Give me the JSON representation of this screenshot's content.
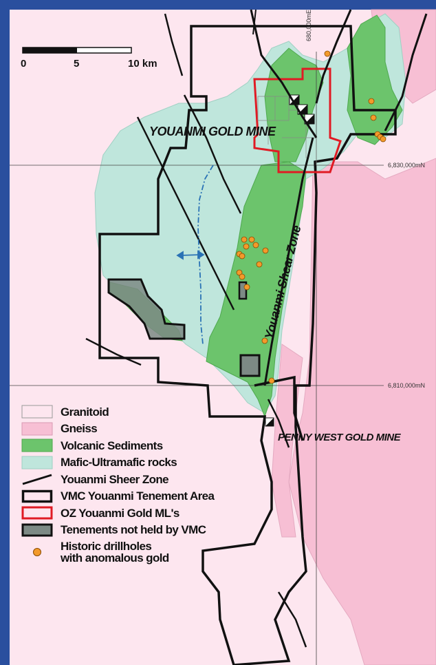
{
  "scale_bar": {
    "tick_labels": [
      "0",
      "5",
      "10 km"
    ]
  },
  "grid_labels": {
    "easting": "680,000mE",
    "northing_upper": "6,830,000mN",
    "northing_lower": "6,810,000mN"
  },
  "place_labels": {
    "youanmi_gold_mine": "YOUANMI GOLD MINE",
    "penny_west_gold_mine": "PENNY WEST GOLD MINE",
    "shear_zone": "Youanmi Shear Zone"
  },
  "legend": {
    "items": [
      {
        "label": "Granitoid",
        "symbol": "fill",
        "color": "#fde6ef"
      },
      {
        "label": "Gneiss",
        "symbol": "fill",
        "color": "#f7bfd4"
      },
      {
        "label": "Volcanic Sediments",
        "symbol": "fill",
        "color": "#6cc46c"
      },
      {
        "label": "Mafic-Ultramafic rocks",
        "symbol": "fill",
        "color": "#bfe6dc"
      },
      {
        "label": "Youanmi Sheer Zone",
        "symbol": "line",
        "color": "#111111"
      },
      {
        "label": "VMC Youanmi Tenement Area",
        "symbol": "outline",
        "color": "#111111"
      },
      {
        "label": "OZ Youanmi Gold ML's",
        "symbol": "outline",
        "color": "#e01b24"
      },
      {
        "label": "Tenements not held by VMC",
        "symbol": "fill-outline",
        "color": "#7d8a85"
      },
      {
        "label": "Historic drillholes\nwith anomalous gold",
        "symbol": "dot",
        "color": "#f39a2b"
      }
    ]
  },
  "colors": {
    "frame": "#2a4f9e",
    "granitoid": "#fde6ef",
    "gneiss": "#f7bfd4",
    "volcanic_sediments": "#6cc46c",
    "mafic_ultramafic": "#bfe6dc",
    "tenement_outline": "#111111",
    "ml_outline": "#e01b24",
    "not_held": "#7d8a85",
    "drillhole": "#f39a2b",
    "fold_axis": "#2a72b5"
  }
}
